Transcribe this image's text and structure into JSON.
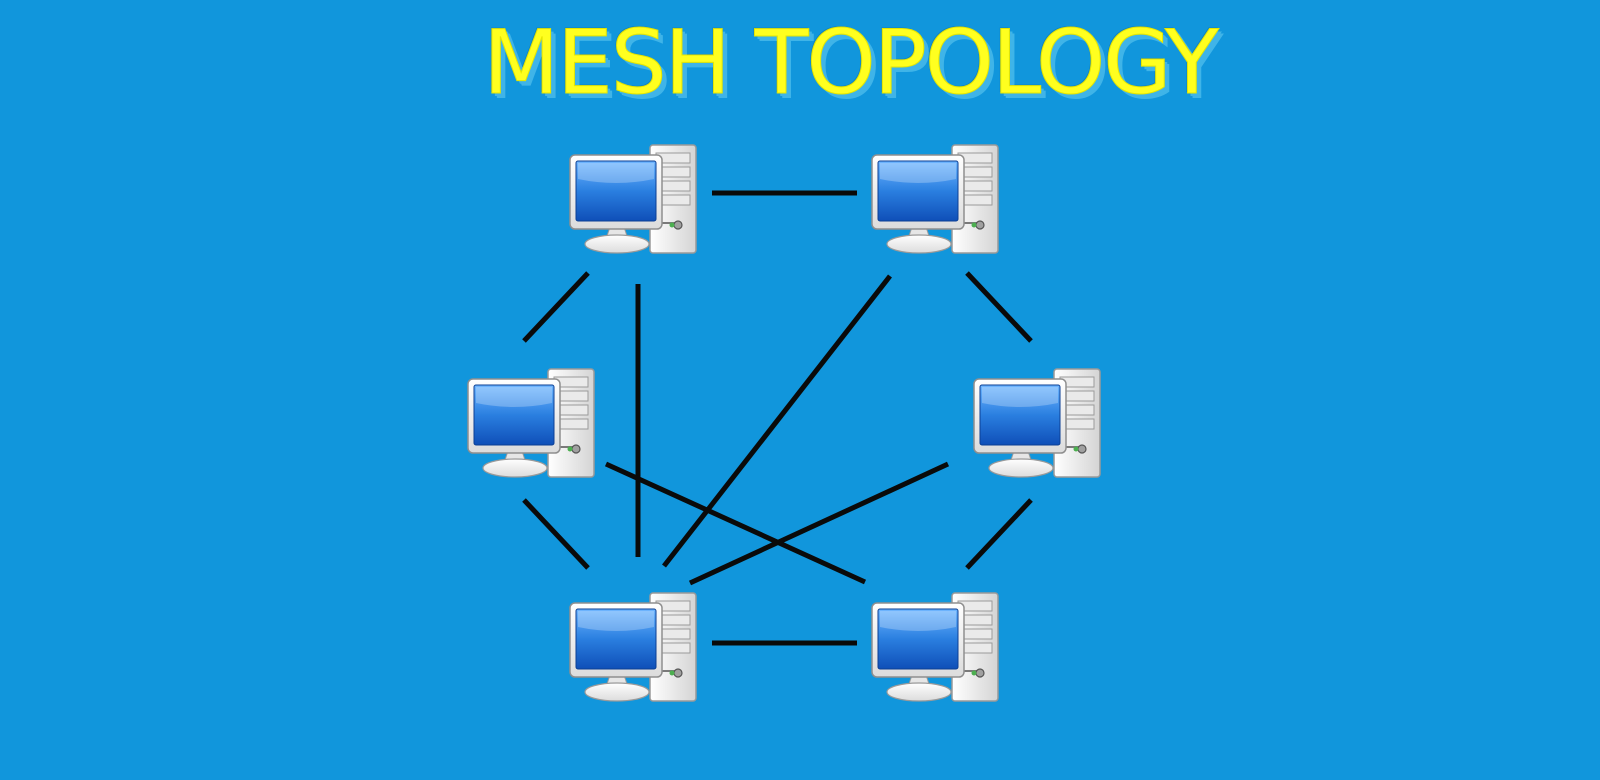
{
  "title": "MESH TOPOLOGY",
  "colors": {
    "background": "#1196dc",
    "title": "#ffff1f",
    "title_shadow": "#3fb4e8",
    "link": "#0a0a0a",
    "screen": "#1e6fd8",
    "case": "#f2f2f2"
  },
  "nodes": [
    {
      "id": "top-left",
      "icon": "computer-icon"
    },
    {
      "id": "top-right",
      "icon": "computer-icon"
    },
    {
      "id": "middle-left",
      "icon": "computer-icon"
    },
    {
      "id": "middle-right",
      "icon": "computer-icon"
    },
    {
      "id": "bottom-left",
      "icon": "computer-icon"
    },
    {
      "id": "bottom-right",
      "icon": "computer-icon"
    }
  ],
  "links": [
    {
      "from": "top-left",
      "to": "top-right"
    },
    {
      "from": "top-left",
      "to": "middle-left"
    },
    {
      "from": "top-left",
      "to": "bottom-left"
    },
    {
      "from": "top-right",
      "to": "middle-right"
    },
    {
      "from": "top-right",
      "to": "bottom-left"
    },
    {
      "from": "middle-left",
      "to": "bottom-left"
    },
    {
      "from": "middle-left",
      "to": "bottom-right"
    },
    {
      "from": "middle-right",
      "to": "bottom-left"
    },
    {
      "from": "middle-right",
      "to": "bottom-right"
    },
    {
      "from": "bottom-left",
      "to": "bottom-right"
    }
  ]
}
